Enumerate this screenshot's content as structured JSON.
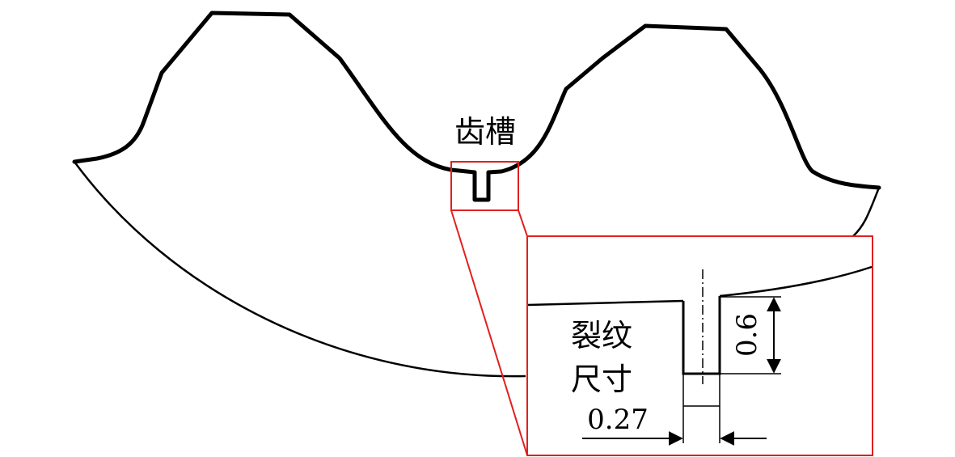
{
  "labels": {
    "groove": "齿槽",
    "crack_size_line1": "裂纹",
    "crack_size_line2": "尺寸"
  },
  "dimensions": {
    "depth": "0.6",
    "width": "0.27"
  },
  "colors": {
    "outline": "#000000",
    "highlight": "#e0201f",
    "background": "#ffffff"
  }
}
